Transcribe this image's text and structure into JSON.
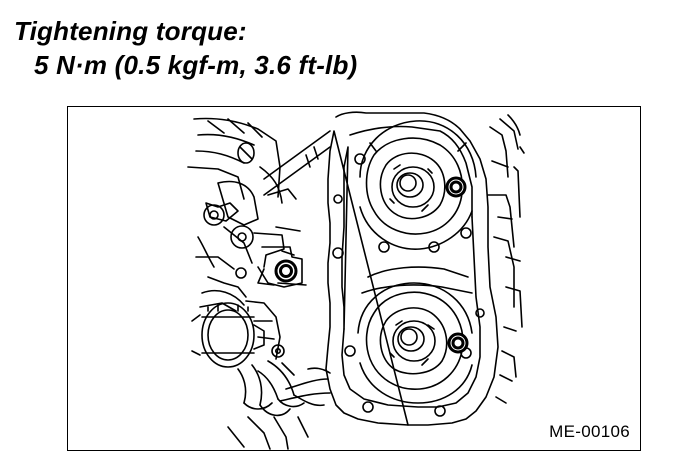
{
  "heading": {
    "line1": "Tightening torque:",
    "line2": "5 N·m (0.5 kgf-m, 3.6 ft-lb)"
  },
  "figure": {
    "id": "ME-00106"
  }
}
